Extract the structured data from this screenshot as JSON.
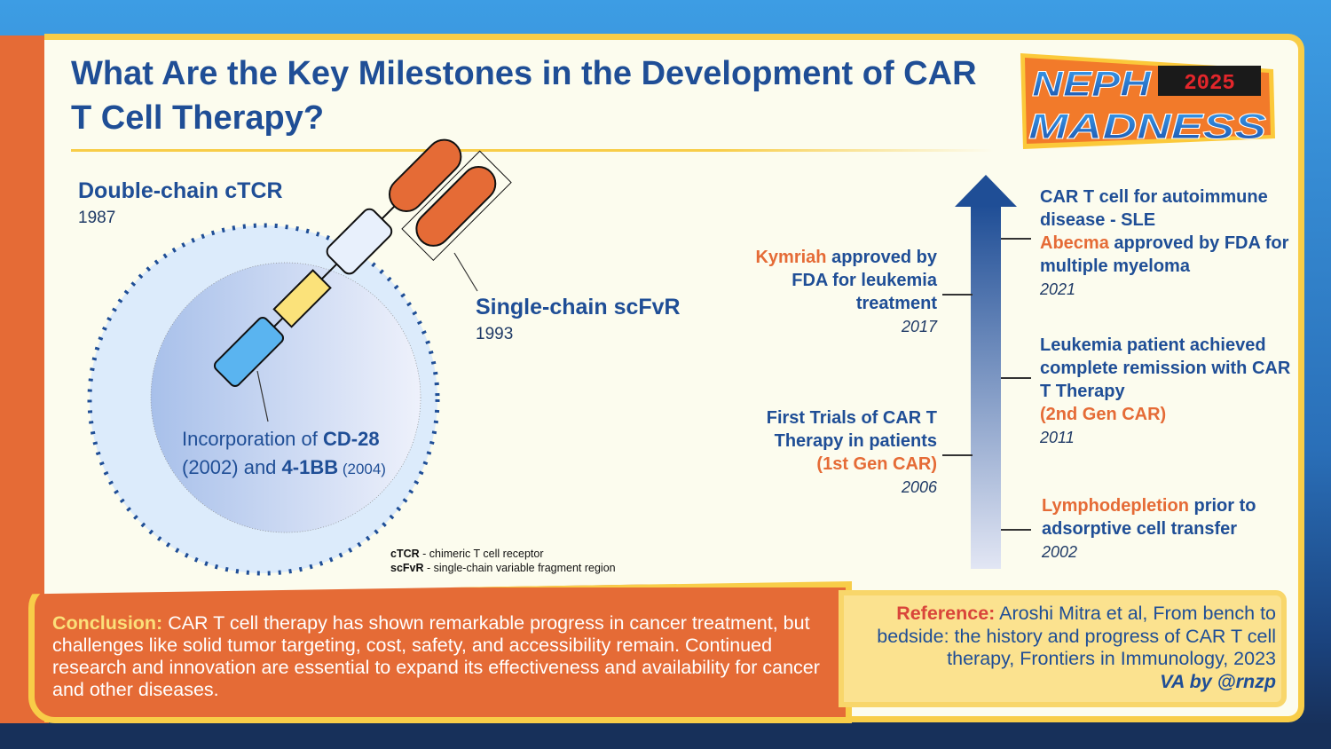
{
  "title": "What Are the Key Milestones in the Development of CAR T Cell Therapy?",
  "logo": {
    "line1": "NEPH",
    "year": "2025",
    "line2": "MADNESS"
  },
  "diagram": {
    "double_chain": {
      "label": "Double-chain cTCR",
      "year": "1987"
    },
    "single_chain": {
      "label": "Single-chain scFvR",
      "year": "1993"
    },
    "costim": {
      "prefix": "Incorporation of ",
      "cd28": "CD-28",
      "cd28_year": "(2002) and ",
      "bb": "4-1BB",
      "bb_year": " (2004)"
    },
    "abbreviations": [
      {
        "term": "cTCR",
        "def": " - chimeric T cell receptor"
      },
      {
        "term": "scFvR",
        "def": " - single-chain variable fragment region"
      }
    ]
  },
  "timeline": {
    "left": [
      {
        "highlight": "Kymriah",
        "text": " approved by FDA for leukemia treatment",
        "year": "2017"
      },
      {
        "text": "First Trials of CAR T Therapy in patients",
        "highlight": "(1st Gen CAR)",
        "year": "2006"
      }
    ],
    "right": [
      {
        "text1": "CAR T cell for autoimmune disease - SLE",
        "highlight": "Abecma",
        "text2": " approved by FDA for multiple myeloma",
        "year": "2021"
      },
      {
        "text": "Leukemia patient achieved complete remission with CAR T Therapy",
        "highlight": "(2nd Gen CAR)",
        "year": "2011"
      },
      {
        "highlight": "Lymphodepletion",
        "text": " prior to adsorptive cell transfer",
        "year": "2002"
      }
    ]
  },
  "conclusion": {
    "heading": "Conclusion:",
    "text": " CAR T cell therapy has shown remarkable progress in cancer treatment, but challenges like solid tumor targeting, cost, safety, and accessibility remain. Continued research and innovation are essential to expand its effectiveness and availability for cancer and other diseases."
  },
  "reference": {
    "heading": "Reference:",
    "text": " Aroshi Mitra et al, From bench to bedside: the history and progress of CAR T cell therapy, Frontiers in Immunology, 2023",
    "credit": "VA by @rnzp"
  },
  "colors": {
    "navy": "#1f4e96",
    "orange": "#e56b36",
    "yellow": "#f8cd48",
    "cream": "#fcfcee"
  }
}
